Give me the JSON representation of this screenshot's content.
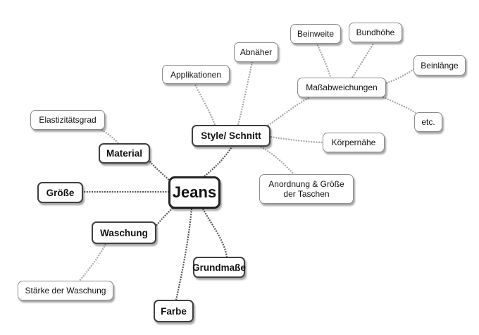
{
  "root": {
    "label": "Jeans"
  },
  "branches": {
    "style": "Style/ Schnitt",
    "material": "Material",
    "groesse": "Größe",
    "waschung": "Waschung",
    "grundmasse": "Grundmaße",
    "farbe": "Farbe"
  },
  "style_children": {
    "applikationen": "Applikationen",
    "abnaeher": "Abnäher",
    "massabweichungen": "Maßabweichungen",
    "koerpernaehe": "Körpernähe",
    "taschen": "Anordnung & Größe der Taschen"
  },
  "mass_children": {
    "beinweite": "Beinweite",
    "bundhoehe": "Bundhöhe",
    "beinlaenge": "Beinlänge",
    "etc": "etc."
  },
  "material_children": {
    "elastizitaetsgrad": "Elastizitätsgrad"
  },
  "waschung_children": {
    "staerke": "Stärke der Waschung"
  }
}
